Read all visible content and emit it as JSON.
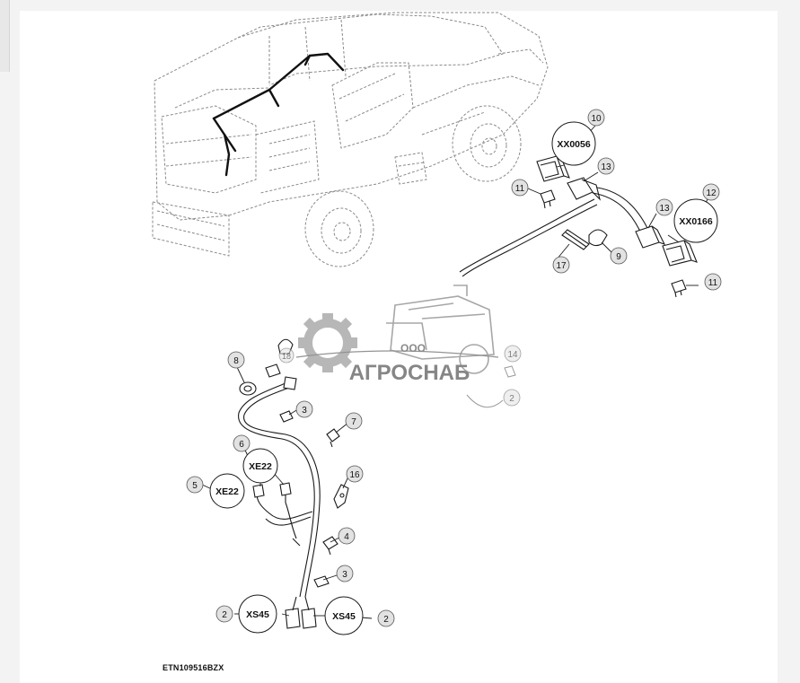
{
  "diagram": {
    "figure_id": "ETN109516BZX",
    "watermark": {
      "company_prefix": "ООО",
      "company_name": "АГРОСНАБ"
    },
    "callouts": [
      {
        "id": "xx0056",
        "code": "XX0056",
        "number": "10"
      },
      {
        "id": "xx0166",
        "code": "XX0166",
        "number": "12"
      },
      {
        "id": "xe22-a",
        "code": "XE22",
        "number": "6"
      },
      {
        "id": "xe22-b",
        "code": "XE22",
        "number": "5"
      },
      {
        "id": "xs45-a",
        "code": "XS45",
        "number": "2"
      },
      {
        "id": "xs45-b",
        "code": "XS45",
        "number": "2"
      }
    ],
    "part_numbers": [
      "13",
      "13",
      "11",
      "11",
      "9",
      "17",
      "8",
      "3",
      "7",
      "16",
      "4",
      "3",
      "14",
      "2",
      "18"
    ]
  },
  "colors": {
    "line": "#1a1a1a",
    "ghost": "#7a7a7a",
    "watermark": "#9a9a9a",
    "badge": "#e2e2e2"
  }
}
